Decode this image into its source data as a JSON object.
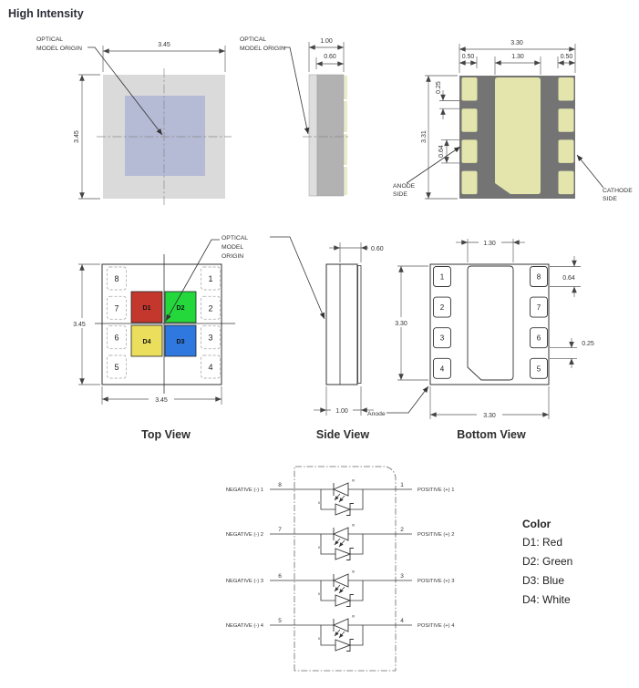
{
  "title": "High Intensity",
  "colors": {
    "front_body": "#dadada",
    "front_emitter": "#b5bad5",
    "side_body_light": "#dedede",
    "side_body_dark": "#b2b2b2",
    "side_lens": "#e9eac6",
    "pad_body": "#747474",
    "pad_yellow": "#e3e5ad",
    "die_red": "#c4372d",
    "die_green": "#24d83c",
    "die_blue": "#2e78e0",
    "die_yellow": "#eade5c"
  },
  "front_view": {
    "origin_line1": "OPTICAL",
    "origin_line2": "MODEL ORIGIN",
    "dim_width": "3.45",
    "dim_height": "3.45"
  },
  "profile_view": {
    "origin_line1": "OPTICAL",
    "origin_line2": "MODEL ORIGIN",
    "dim_total": "1.00",
    "dim_lens": "0.60"
  },
  "pad_view": {
    "dim_width": "3.30",
    "dim_col_left": "0.50",
    "dim_col_center": "1.30",
    "dim_col_right": "0.50",
    "dim_gap": "0.25",
    "dim_height": "3.31",
    "dim_pad": "0.64",
    "anode_line1": "ANODE",
    "anode_line2": "SIDE",
    "cathode_line1": "CATHODE",
    "cathode_line2": "SIDE"
  },
  "top_view": {
    "caption": "Top View",
    "origin_line1": "OPTICAL",
    "origin_line2": "MODEL",
    "origin_line3": "ORIGIN",
    "dim_width": "3.45",
    "dim_height": "3.45",
    "left_pins": [
      "8",
      "7",
      "6",
      "5"
    ],
    "right_pins": [
      "1",
      "2",
      "3",
      "4"
    ],
    "dies": {
      "d1": "D1",
      "d2": "D2",
      "d3": "D3",
      "d4": "D4"
    }
  },
  "side_view": {
    "caption": "Side View",
    "dim_lens": "0.60",
    "dim_total": "1.00",
    "anode_label": "Anode"
  },
  "bottom_view": {
    "caption": "Bottom View",
    "dim_center": "1.30",
    "dim_pad": "0.64",
    "dim_gap": "0.25",
    "dim_height": "3.30",
    "dim_width": "3.30",
    "left_pins": [
      "1",
      "2",
      "3",
      "4"
    ],
    "right_pins": [
      "8",
      "7",
      "6",
      "5"
    ]
  },
  "schematic": {
    "channels": [
      {
        "neg_label": "NEGATIVE (-) 1",
        "neg_pin": "8",
        "pos_label": "POSITIVE (+) 1",
        "pos_pin": "1"
      },
      {
        "neg_label": "NEGATIVE (-) 2",
        "neg_pin": "7",
        "pos_label": "POSITIVE (+) 2",
        "pos_pin": "2"
      },
      {
        "neg_label": "NEGATIVE (-) 3",
        "neg_pin": "6",
        "pos_label": "POSITIVE (+) 3",
        "pos_pin": "3"
      },
      {
        "neg_label": "NEGATIVE (-) 4",
        "neg_pin": "5",
        "pos_label": "POSITIVE (+) 4",
        "pos_pin": "4"
      }
    ]
  },
  "legend": {
    "heading": "Color",
    "items": [
      "D1: Red",
      "D2: Green",
      "D3: Blue",
      "D4: White"
    ]
  }
}
